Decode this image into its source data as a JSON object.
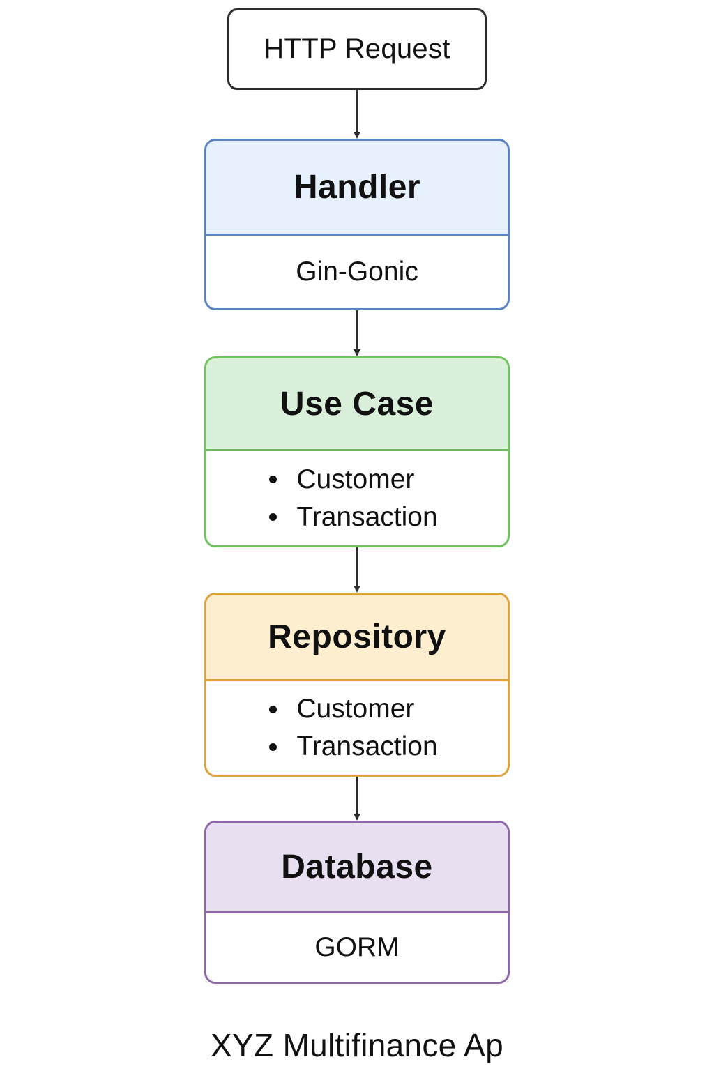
{
  "request": {
    "label": "HTTP Request"
  },
  "layers": [
    {
      "title": "Handler",
      "body_text": "Gin-Gonic",
      "border_color": "#5b83c4",
      "header_fill": "#e6f1fd"
    },
    {
      "title": "Use Case",
      "items": [
        "Customer",
        "Transaction"
      ],
      "border_color": "#6fc25e",
      "header_fill": "#d9efda"
    },
    {
      "title": "Repository",
      "items": [
        "Customer",
        "Transaction"
      ],
      "border_color": "#e0a23a",
      "header_fill": "#fdeecf"
    },
    {
      "title": "Database",
      "body_text": "GORM",
      "border_color": "#8e68a8",
      "header_fill": "#e8dff0"
    }
  ],
  "connector_color": "#2b2b2b",
  "footer": {
    "title": "XYZ Multifinance Ap"
  }
}
